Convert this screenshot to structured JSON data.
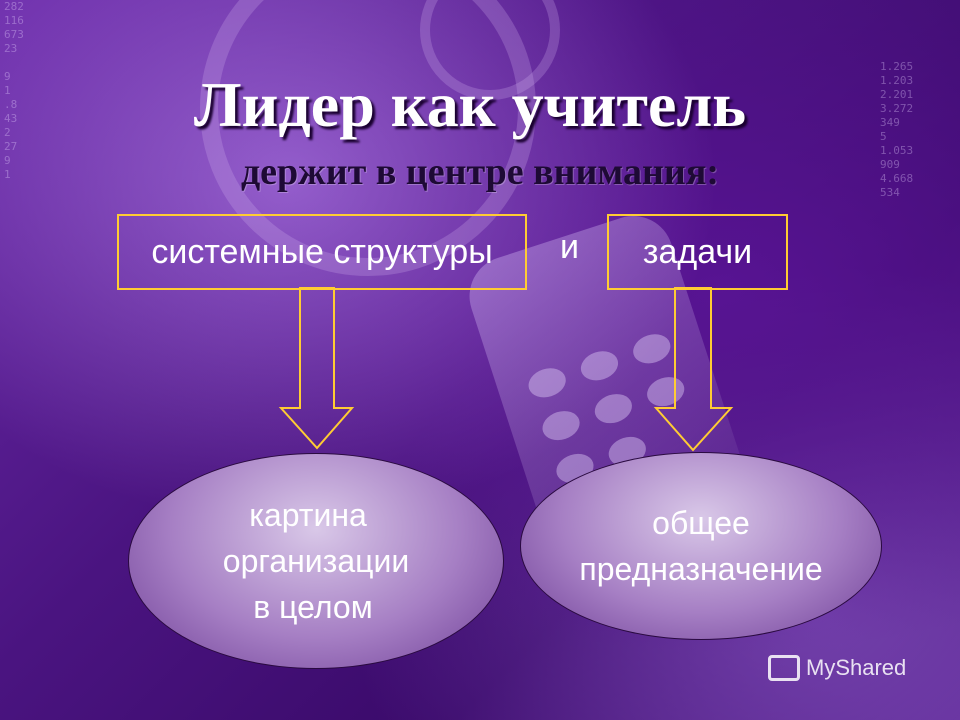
{
  "title": "Лидер как учитель",
  "subtitle": "держит в центре внимания:",
  "left_box": "системные структуры",
  "connector": "и",
  "right_box": "задачи",
  "left_ellipse": [
    "картина",
    "организации",
    "в целом"
  ],
  "right_ellipse": [
    "общее",
    "предназначение"
  ],
  "watermark": "MyShared",
  "colors": {
    "accent": "#ffcc33",
    "background": "#4a1480"
  }
}
